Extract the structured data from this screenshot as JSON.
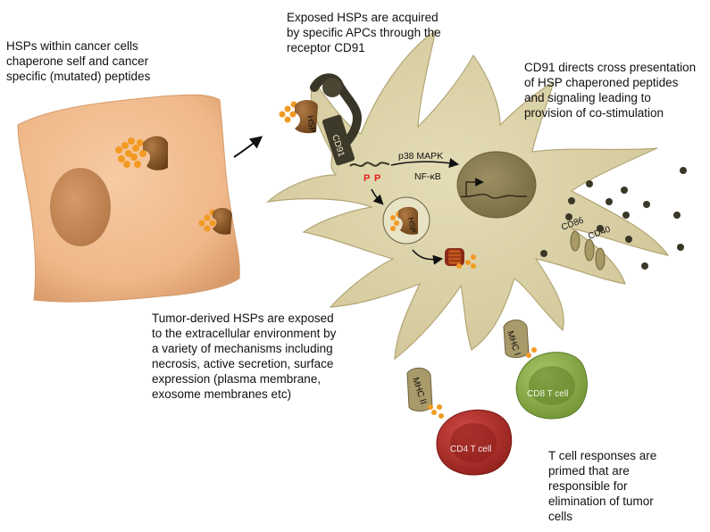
{
  "captions": {
    "hsps_within": [
      "HSPs within cancer cells",
      "chaperone self and cancer",
      "specific (mutated) peptides"
    ],
    "exposed_acquired": [
      "Exposed HSPs are acquired",
      "by specific APCs through the",
      "receptor CD91"
    ],
    "cd91_directs": [
      "CD91 directs cross presentation",
      "of HSP chaperoned peptides",
      "and signaling leading to",
      "provision of co-stimulation"
    ],
    "tumor_derived": [
      "Tumor-derived HSPs are exposed",
      "to the extracellular environment by",
      "a variety of mechanisms including",
      "necrosis, active secretion, surface",
      "expression (plasma membrane,",
      "exosome membranes etc)"
    ],
    "t_cell_responses": [
      "T cell responses are",
      "primed that are",
      "responsible for",
      "elimination of tumor",
      "cells"
    ]
  },
  "labels": {
    "hsp": "HSP",
    "hsp_endosome": "HSP",
    "cd91": "CD91",
    "p1": "P",
    "p2": "P",
    "p38": "p38 MAPK",
    "nfkb": "NF-κB",
    "cd86": "CD86",
    "cd40": "CD40",
    "mhc1": "MHC I",
    "mhc2": "MHC II",
    "cd8": "CD8 T cell",
    "cd4": "CD4 T cell"
  },
  "colors": {
    "cancer_cell": "#f0b98c",
    "cancer_nucleus": "#c98a58",
    "dendritic_cell": "#d6cca0",
    "dc_nucleus": "#8d8254",
    "hsp_brown": "#8a5a2b",
    "peptide_orange": "#f29a22",
    "cd8_green": "#8bb04a",
    "cd4_red": "#b8302c",
    "phospho_red": "#e0201a",
    "cytokine_dark": "#3a3727"
  }
}
